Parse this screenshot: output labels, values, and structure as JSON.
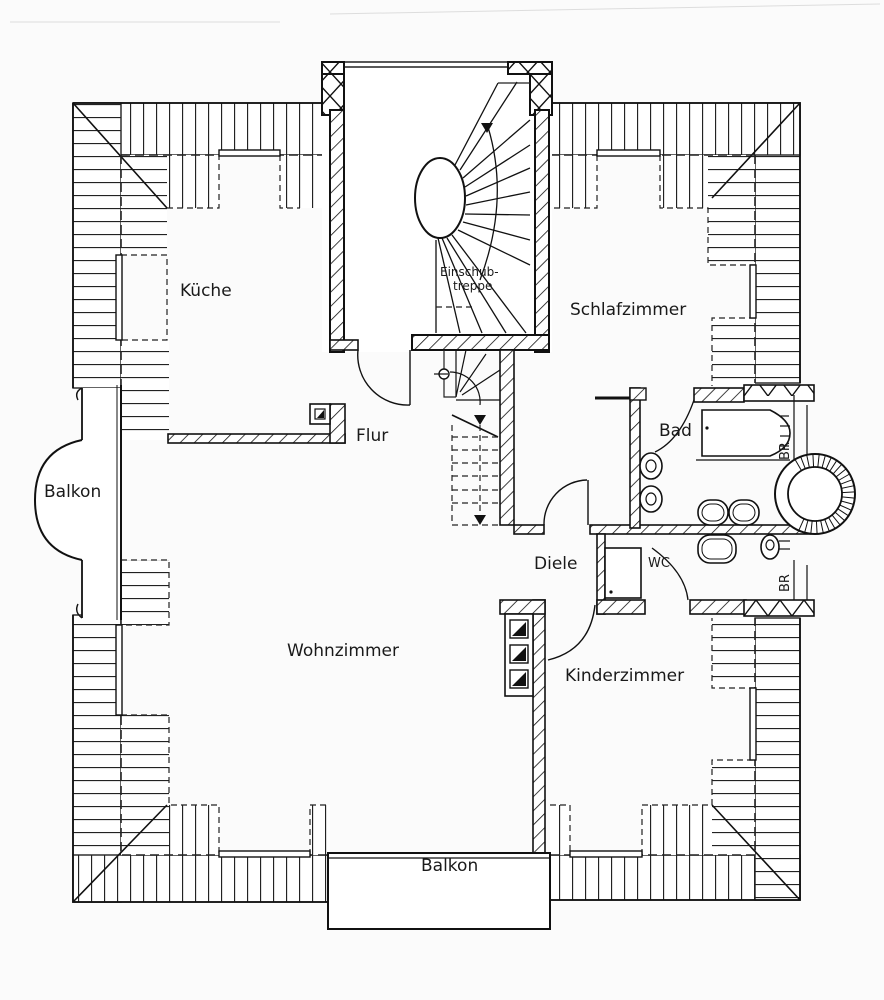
{
  "plan": {
    "type": "floor-plan",
    "style": "hand-drafted architectural drawing",
    "colors": {
      "ink": "#111111",
      "paper": "#fbfbfb",
      "hatch": "#222222"
    }
  },
  "rooms": {
    "kueche": "Küche",
    "flur": "Flur",
    "einschub_1": "Einschub-",
    "einschub_2": "treppe",
    "schlafzimmer": "Schlafzimmer",
    "bad": "Bad",
    "br_top": "BR",
    "br_bottom": "BR",
    "wc": "WC",
    "diele": "Diele",
    "balkon_left": "Balkon",
    "wohnzimmer": "Wohnzimmer",
    "kinderzimmer": "Kinderzimmer",
    "balkon_bottom": "Balkon"
  }
}
